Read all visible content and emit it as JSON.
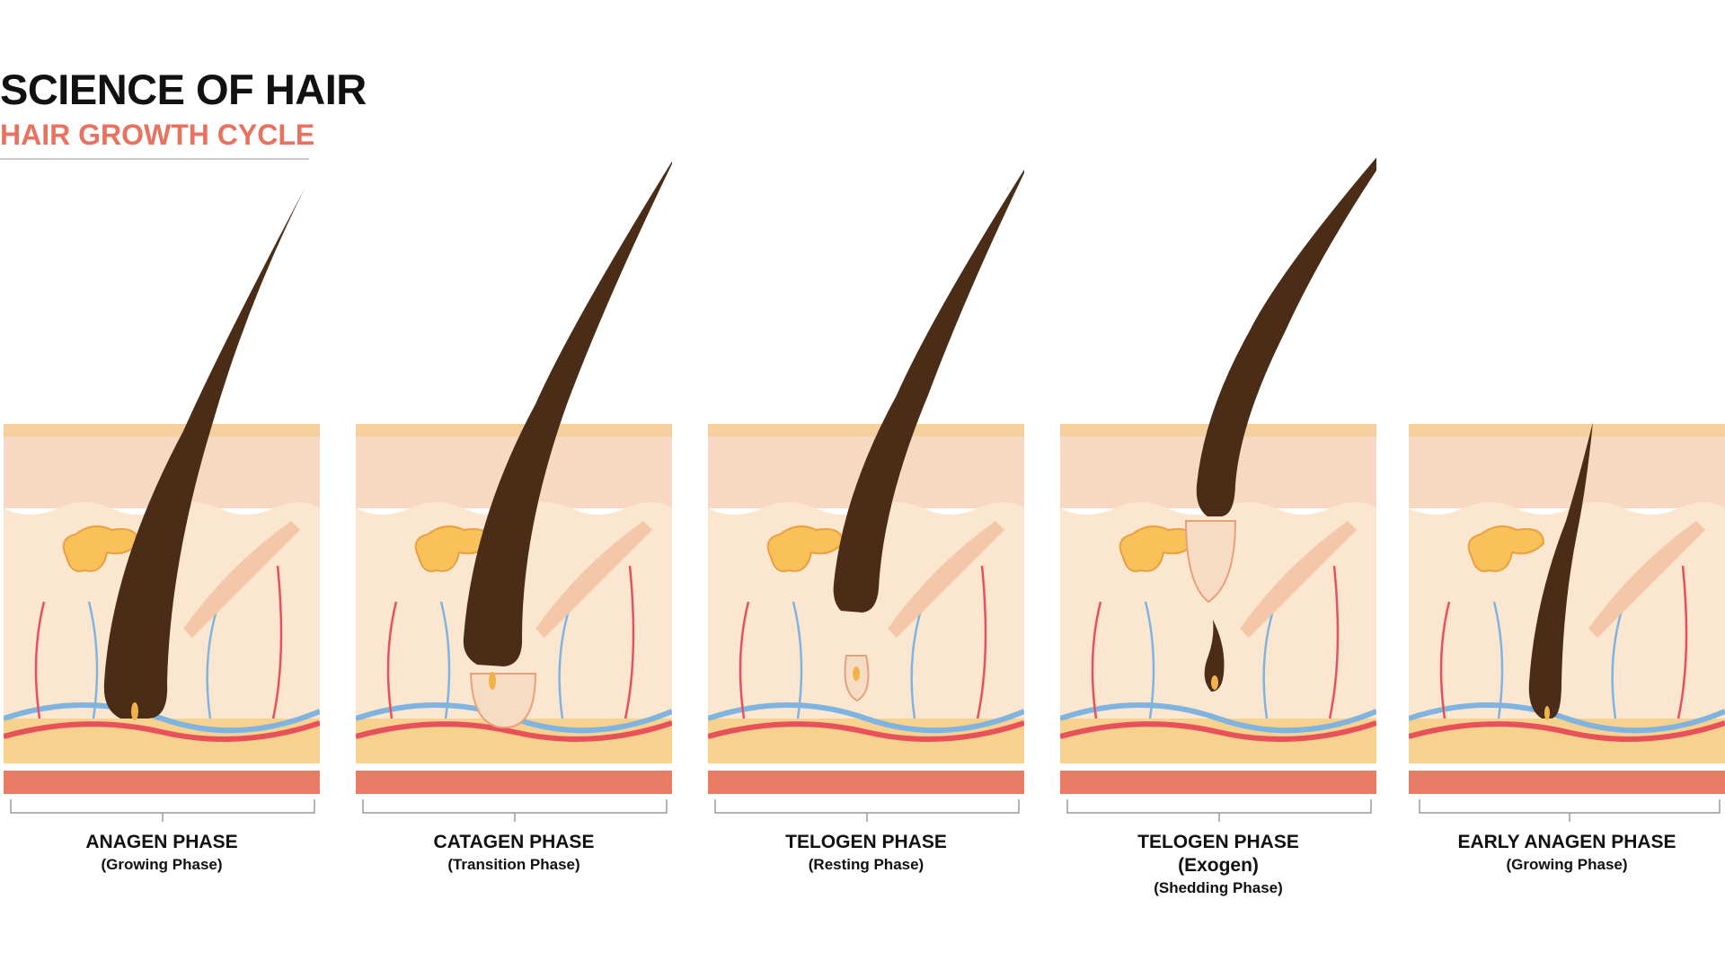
{
  "title": "SCIENCE OF HAIR",
  "subtitle": "HAIR GROWTH CYCLE",
  "colors": {
    "accent": "#e8725f",
    "hair": "#4a2c17",
    "skin_top": "#f7d9b8",
    "skin_mid": "#fbe6cf",
    "fat": "#f6c98a",
    "muscle": "#e87a66",
    "artery": "#e8505a",
    "vein": "#7fb4e0"
  },
  "phases": [
    {
      "name": "ANAGEN PHASE",
      "sub": "(Growing Phase)",
      "sub2": ""
    },
    {
      "name": "CATAGEN PHASE",
      "sub": "(Transition Phase)",
      "sub2": ""
    },
    {
      "name": "TELOGEN PHASE",
      "sub": "(Resting Phase)",
      "sub2": ""
    },
    {
      "name": "TELOGEN PHASE",
      "sub": "(Exogen)",
      "sub2": "(Shedding Phase)"
    },
    {
      "name": "EARLY ANAGEN PHASE",
      "sub": "(Growing Phase)",
      "sub2": ""
    }
  ]
}
